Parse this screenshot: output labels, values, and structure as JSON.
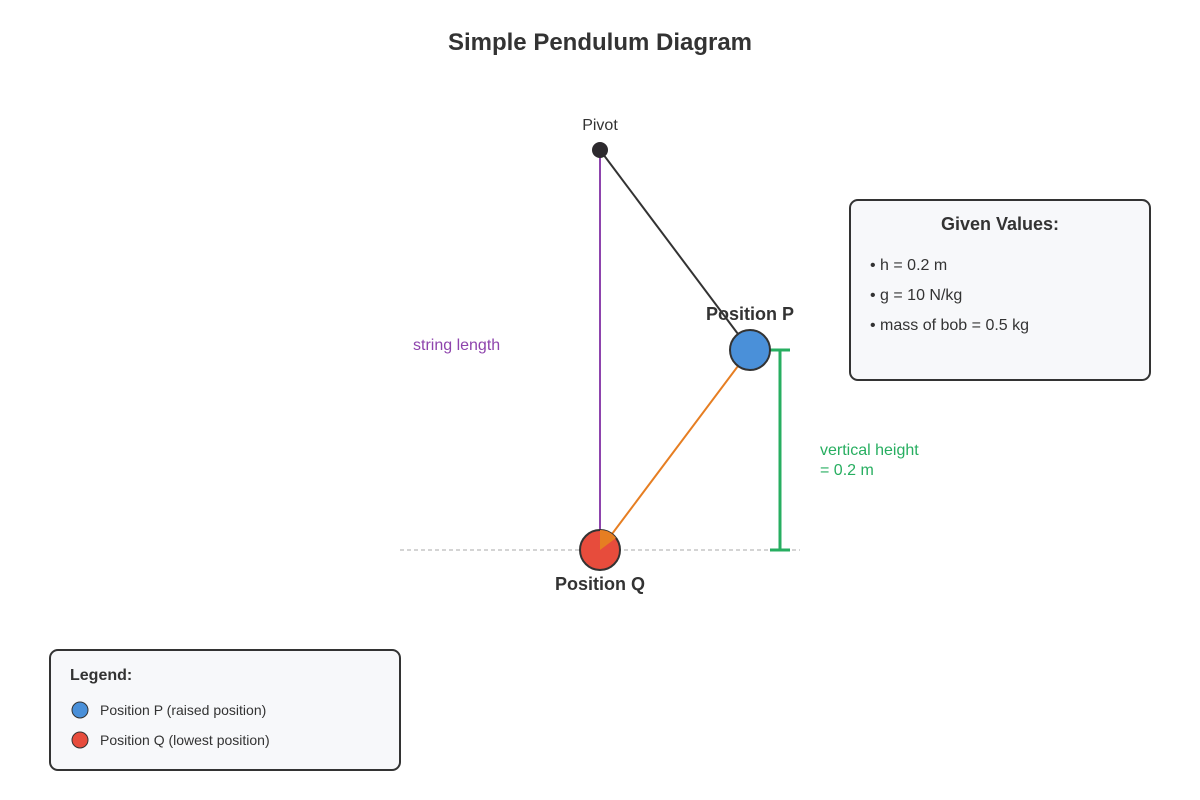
{
  "title": "Simple Pendulum Diagram",
  "pivot": {
    "label": "Pivot"
  },
  "positions": {
    "p": {
      "label": "Position P"
    },
    "q": {
      "label": "Position Q"
    }
  },
  "string_length_label": "string length",
  "vertical_height": {
    "line1": "vertical height",
    "line2": "= 0.2 m"
  },
  "given_values": {
    "title": "Given Values:",
    "items": [
      "• h = 0.2 m",
      "• g = 10 N/kg",
      "• mass of bob = 0.5 kg"
    ]
  },
  "legend": {
    "title": "Legend:",
    "items": [
      {
        "label": "Position P (raised position)"
      },
      {
        "label": "Position Q (lowest position)"
      }
    ]
  },
  "colors": {
    "text_dark": "#333333",
    "pivot": "#2d2a2e",
    "string": "#333333",
    "string_length": "#8e44ad",
    "path_line": "#e67e22",
    "height_marker": "#27ae60",
    "bob_p": "#4a90d9",
    "bob_q": "#e74c3c",
    "bob_outline": "#333333",
    "box_fill": "#f7f8fa",
    "box_stroke": "#333333",
    "baseline": "#aaaaaa"
  }
}
